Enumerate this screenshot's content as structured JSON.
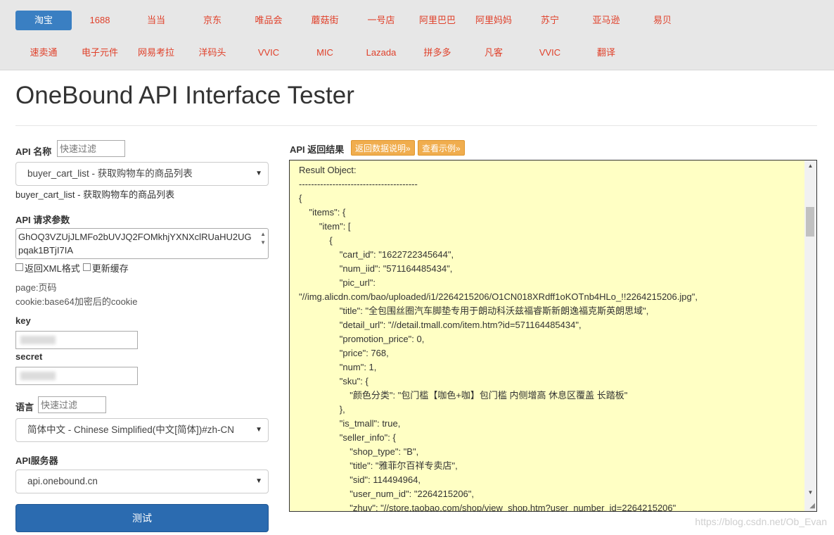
{
  "nav": {
    "row1": [
      "淘宝",
      "1688",
      "当当",
      "京东",
      "唯品会",
      "蘑菇街",
      "一号店",
      "阿里巴巴",
      "阿里妈妈",
      "苏宁",
      "亚马逊",
      "易贝"
    ],
    "row2": [
      "速卖通",
      "电子元件",
      "网易考拉",
      "洋码头",
      "VVIC",
      "MIC",
      "Lazada",
      "拼多多",
      "凡客",
      "VVIC",
      "翻译"
    ]
  },
  "page_title": "OneBound API Interface Tester",
  "api_name": {
    "label": "API 名称",
    "filter_placeholder": "快速过滤",
    "selected": "buyer_cart_list - 获取购物车的商品列表",
    "description": "buyer_cart_list - 获取购物车的商品列表"
  },
  "params": {
    "label": "API 请求参数",
    "value": "GhOQ3VZUjJLMFo2bUVJQ2FOMkhjYXNXclRUaHU2UGpqak1BTjI7IA",
    "xml_label": "返回XML格式",
    "cache_label": "更新缓存",
    "hint1": "page:页码",
    "hint2": "cookie:base64加密后的cookie"
  },
  "key_label": "key",
  "secret_label": "secret",
  "language": {
    "label": "语言",
    "filter_placeholder": "快速过滤",
    "selected": "简体中文 - Chinese Simplified(中文[简体])#zh-CN"
  },
  "server": {
    "label": "API服务器",
    "selected": "api.onebound.cn"
  },
  "test_button": "测试",
  "result": {
    "label": "API 返回结果",
    "doc_button": "返回数据说明»",
    "example_button": "查看示例»",
    "lines": [
      "Result Object:",
      "---------------------------------------",
      "{",
      "\t\"items\": {",
      "\t\t\"item\": [",
      "\t\t\t{",
      "\t\t\t\t\"cart_id\": \"1622722345644\",",
      "\t\t\t\t\"num_iid\": \"571164485434\",",
      "\t\t\t\t\"pic_url\":",
      "\"//img.alicdn.com/bao/uploaded/i1/2264215206/O1CN018XRdff1oKOTnb4HLo_!!2264215206.jpg\",",
      "\t\t\t\t\"title\": \"全包围丝圈汽车脚垫专用于朗动科沃兹福睿斯新朗逸福克斯英朗思域\",",
      "\t\t\t\t\"detail_url\": \"//detail.tmall.com/item.htm?id=571164485434\",",
      "\t\t\t\t\"promotion_price\": 0,",
      "\t\t\t\t\"price\": 768,",
      "\t\t\t\t\"num\": 1,",
      "\t\t\t\t\"sku\": {",
      "\t\t\t\t\t\"颜色分类\": \"包门槛【咖色+咖】包门槛 内侧增高 休息区覆盖 长踏板\"",
      "\t\t\t\t},",
      "\t\t\t\t\"is_tmall\": true,",
      "\t\t\t\t\"seller_info\": {",
      "\t\t\t\t\t\"shop_type\": \"B\",",
      "\t\t\t\t\t\"title\": \"雅菲尔百祥专卖店\",",
      "\t\t\t\t\t\"sid\": 114494964,",
      "\t\t\t\t\t\"user_num_id\": \"2264215206\",",
      "\t\t\t\t\t\"zhuy\": \"//store.taobao.com/shop/view_shop.htm?user_number_id=2264215206\""
    ]
  },
  "watermark": "https://blog.csdn.net/Ob_Evan",
  "colors": {
    "nav_active_bg": "#3a7fc2",
    "nav_link": "#e0402a",
    "result_bg": "#ffffc4",
    "button_primary": "#2b6bb0",
    "button_orange": "#f0ad4e"
  }
}
